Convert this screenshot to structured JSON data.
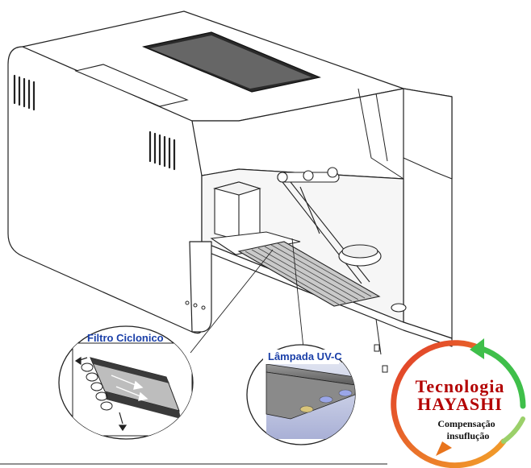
{
  "callouts": {
    "cyclonic_filter_label": "Filtro Ciclonico",
    "uvc_lamp_label": "Lâmpada UV-C"
  },
  "brand": {
    "line1": "Tecnologia",
    "line2": "HAYASHI",
    "line3": "Compensação",
    "line4": "insuflução",
    "colors": {
      "ring_red": "#d62020",
      "ring_orange": "#f08a1c",
      "arrow_green": "#3fbf4a",
      "title_red": "#b30000",
      "label_blue": "#1a3fa8"
    }
  },
  "icons": [
    "cycle-arrows-icon"
  ]
}
